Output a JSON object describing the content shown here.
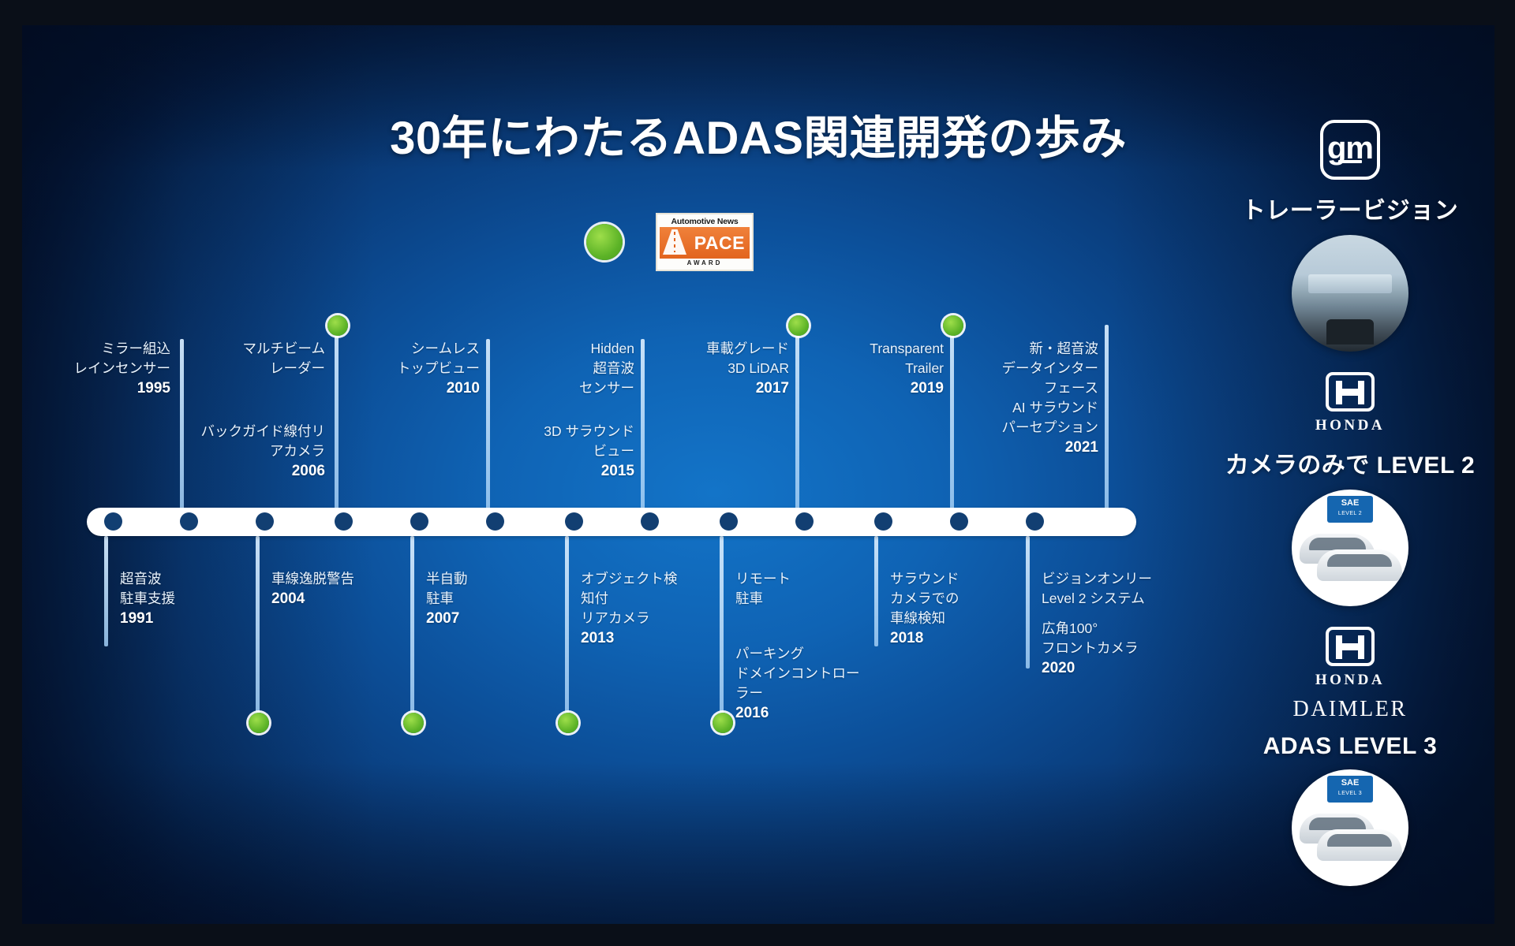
{
  "slide": {
    "title": "30年にわたるADAS関連開発の歩み",
    "background_color": "#0c4f99",
    "accent_green": "#5cb327",
    "bar_color": "#ffffff",
    "node_color": "#123f72"
  },
  "award": {
    "top_text": "Automotive News",
    "main_text": "PACE",
    "bottom_text": "AWARD",
    "has_green_dot": true
  },
  "timeline": {
    "above": [
      {
        "lines": [
          "ミラー組込",
          "レインセンサー"
        ],
        "year": "1995",
        "green": false
      },
      {
        "lines": [
          "マルチビーム",
          "レーダー"
        ],
        "year": "",
        "green": true
      },
      {
        "lines": [
          "シームレス",
          "トップビュー"
        ],
        "year": "2010",
        "green": false
      },
      {
        "lines": [
          "Hidden",
          "超音波",
          "センサー"
        ],
        "year": "",
        "green": false
      },
      {
        "lines": [
          "車載グレード",
          "3D LiDAR"
        ],
        "year": "2017",
        "green": true
      },
      {
        "lines": [
          "Transparent",
          "Trailer"
        ],
        "year": "2019",
        "green": false
      },
      {
        "lines": [
          "新・超音波",
          "データインター",
          "フェース",
          "AI サラウンド",
          "パーセプション"
        ],
        "year": "2021",
        "green": true
      }
    ],
    "above_secondary": [
      {
        "lines": [
          "バックガイド線付リ",
          "アカメラ"
        ],
        "year": "2006"
      },
      {
        "lines": [
          "3D サラウンド",
          "ビュー"
        ],
        "year": "2015"
      }
    ],
    "below": [
      {
        "lines": [
          "超音波",
          "駐車支援"
        ],
        "year": "1991",
        "green": false
      },
      {
        "lines": [
          "車線逸脱警告"
        ],
        "year": "2004",
        "green": true
      },
      {
        "lines": [
          "半自動",
          "駐車"
        ],
        "year": "2007",
        "green": true
      },
      {
        "lines": [
          "オブジェクト検",
          "知付",
          "リアカメラ"
        ],
        "year": "2013",
        "green": true
      },
      {
        "lines": [
          "リモート",
          "駐車"
        ],
        "year": "",
        "green": false
      },
      {
        "lines": [
          "サラウンド",
          "カメラでの",
          "車線検知"
        ],
        "year": "2018",
        "green": false
      },
      {
        "lines": [
          "ビジョンオンリー",
          "Level 2 システム"
        ],
        "year": "",
        "green": false
      }
    ],
    "below_secondary": [
      {
        "lines": [
          "パーキング",
          "ドメインコントロー",
          "ラー"
        ],
        "year": "2016",
        "green": true
      },
      {
        "lines": [
          "広角100°",
          "フロントカメラ"
        ],
        "year": "2020",
        "green": false
      }
    ],
    "node_count": 13
  },
  "sidebar": {
    "blocks": [
      {
        "logo": "gm-logo",
        "logo_text": "gm",
        "caption": "トレーラービジョン",
        "photo": "trailer-camera-view"
      },
      {
        "logo": "honda-logo",
        "logo_text": "HONDA",
        "caption": "カメラのみで LEVEL 2",
        "photo": "two-white-cars-sae-level2"
      },
      {
        "logo": "honda-daimler",
        "logo_text": "HONDA",
        "logo_text2": "DAIMLER",
        "caption": "ADAS LEVEL 3",
        "photo": "two-cars-sae-level3"
      }
    ],
    "sae_badge": {
      "label": "SAE",
      "sub": "LEVEL 2"
    },
    "sae_badge3": {
      "label": "SAE",
      "sub": "LEVEL 3"
    }
  }
}
